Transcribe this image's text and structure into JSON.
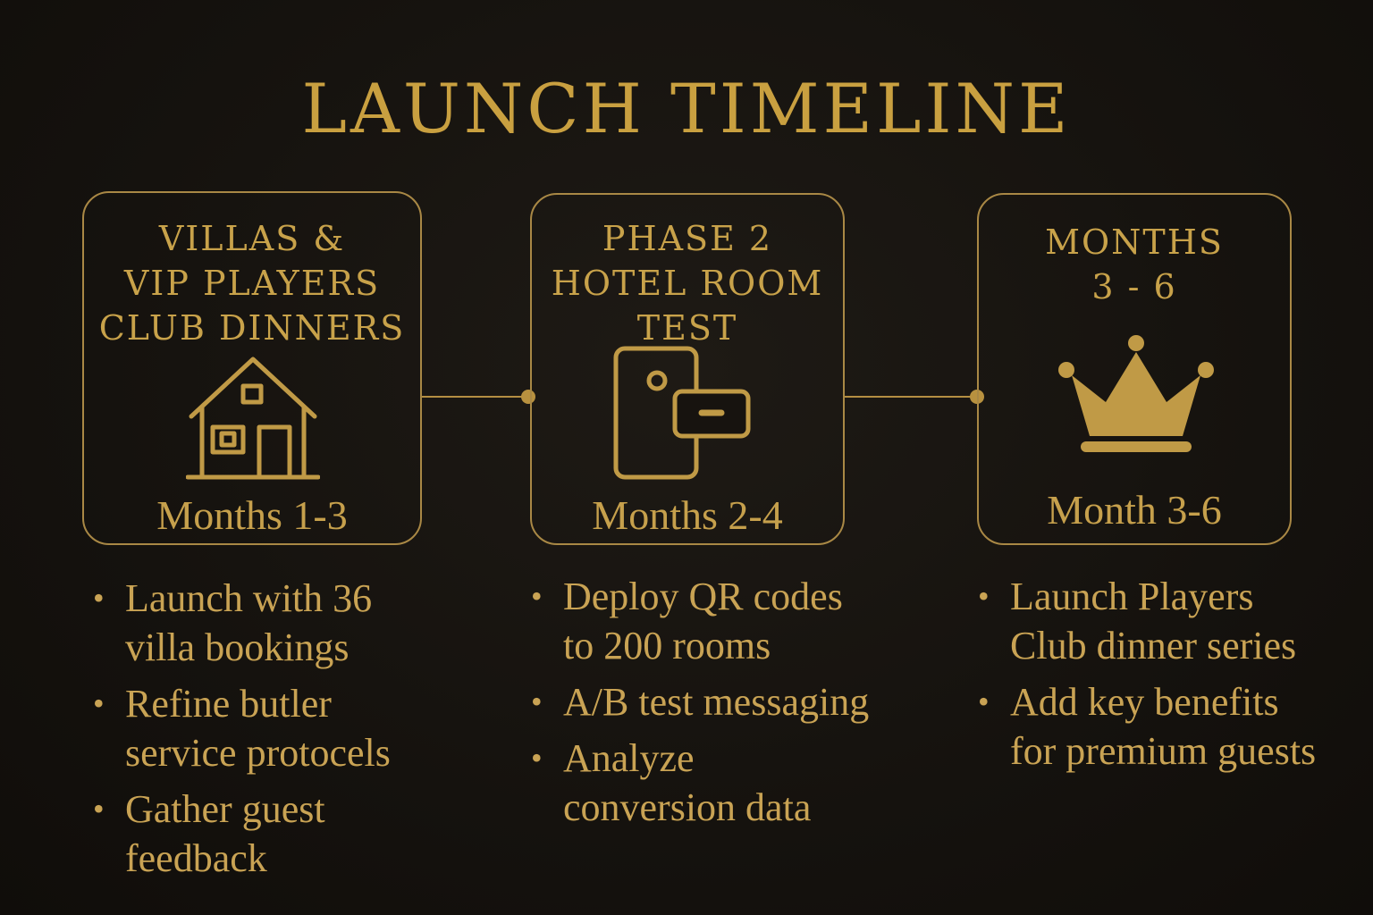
{
  "title": "LAUNCH TIMELINE",
  "colors": {
    "background": "#15120e",
    "gold": "#c9a34e",
    "border": "#a98845"
  },
  "phases": [
    {
      "heading_lines": [
        "VILLAS &",
        "VIP PLAYERS",
        "CLUB DINNERS"
      ],
      "icon": "house-icon",
      "period": "Months 1-3",
      "bullets": [
        [
          "Launch with 36",
          "villa bookings"
        ],
        [
          "Refine butler",
          "service protocels"
        ],
        [
          "Gather guest",
          "feedback"
        ]
      ]
    },
    {
      "heading_lines": [
        "PHASE 2",
        "HOTEL ROOM",
        "TEST"
      ],
      "icon": "phone-qr-icon",
      "period": "Months 2-4",
      "bullets": [
        [
          "Deploy QR codes",
          "to 200 rooms"
        ],
        [
          "A/B test messaging"
        ],
        [
          "Analyze",
          "conversion data"
        ]
      ]
    },
    {
      "heading_lines": [
        "MONTHS",
        "3 - 6"
      ],
      "icon": "crown-icon",
      "period": "Month 3-6",
      "bullets": [
        [
          "Launch Players",
          "Club dinner series"
        ],
        [
          "Add key benefits",
          "for premium guests"
        ]
      ]
    }
  ]
}
